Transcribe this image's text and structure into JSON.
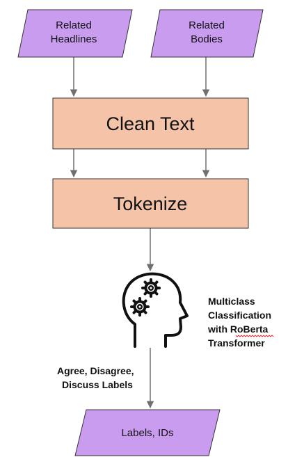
{
  "colors": {
    "io_fill": "#c99cf0",
    "process_fill": "#f5c4a8",
    "stroke": "#333333",
    "arrow": "#707070",
    "spellcheck": "#e03030"
  },
  "inputs": {
    "headlines": {
      "line1": "Related",
      "line2": "Headlines"
    },
    "bodies": {
      "line1": "Related",
      "line2": "Bodies"
    }
  },
  "steps": {
    "clean": "Clean Text",
    "tokenize": "Tokenize"
  },
  "model": {
    "icon": "head-with-gears-icon",
    "line1": "Multiclass",
    "line2": "Classification",
    "line3": "with RoBerta",
    "line4": "Transformer"
  },
  "edge_label": {
    "line1": "Agree, Disagree,",
    "line2": "Discuss Labels"
  },
  "output": {
    "label": "Labels, IDs"
  }
}
